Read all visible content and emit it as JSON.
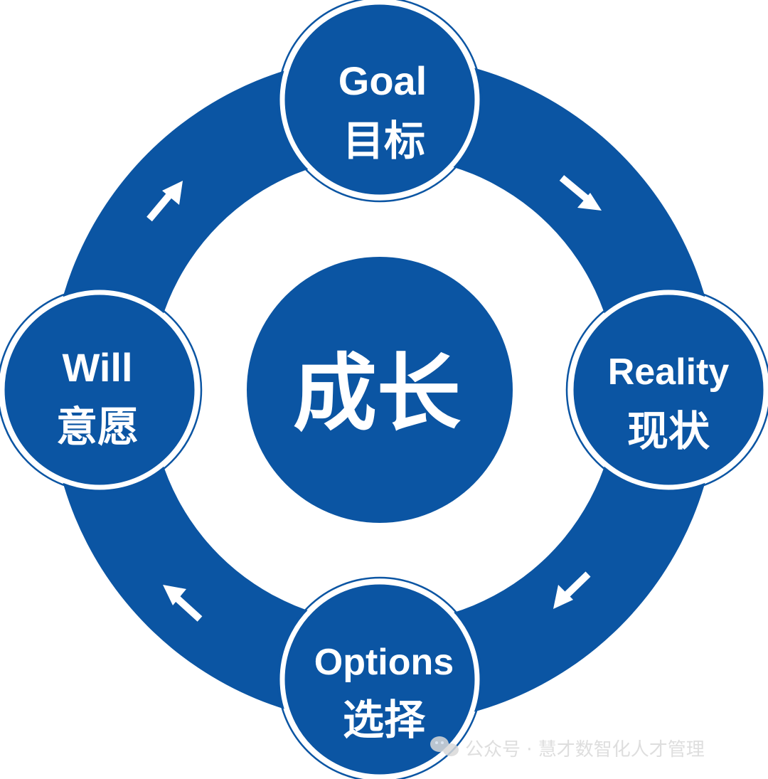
{
  "colors": {
    "brand": "#0b55a3",
    "watermark": "#d9d9d9"
  },
  "center": {
    "label": "成长"
  },
  "nodes": {
    "goal": {
      "en": "Goal",
      "zh": "目标"
    },
    "reality": {
      "en": "Reality",
      "zh": "现状"
    },
    "options": {
      "en": "Options",
      "zh": "选择"
    },
    "will": {
      "en": "Will",
      "zh": "意愿"
    }
  },
  "flow": [
    "goal",
    "reality",
    "options",
    "will"
  ],
  "watermark": {
    "text": "公众号 · 慧才数智化人才管理",
    "icon": "wechat-icon"
  }
}
